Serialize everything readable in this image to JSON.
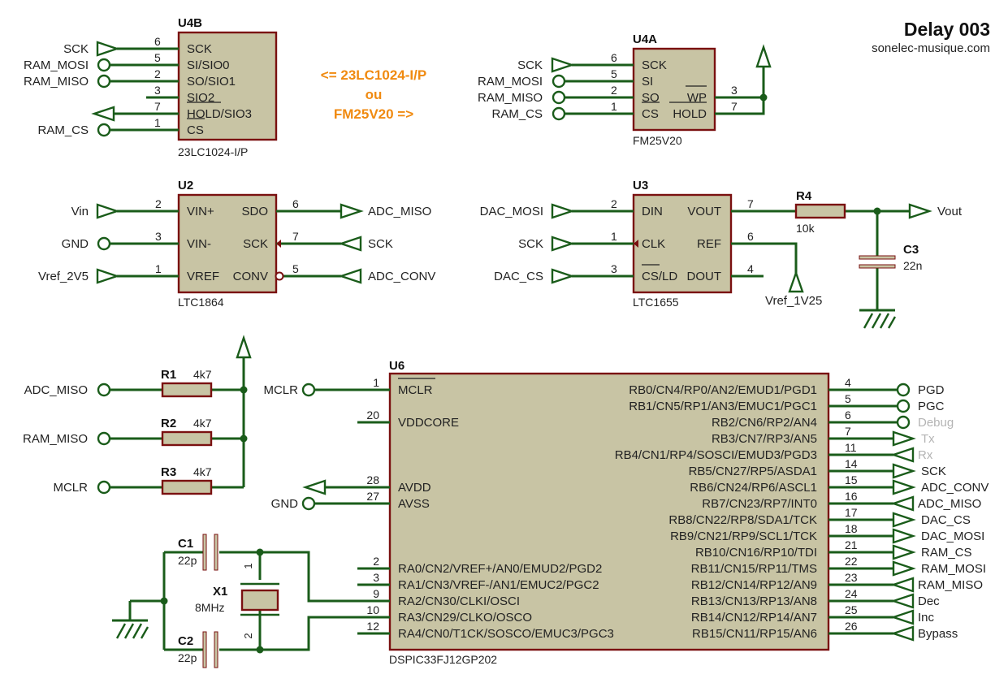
{
  "title": "Delay 003",
  "website": "sonelec-musique.com",
  "colors": {
    "wire": "#1a5c1a",
    "chip_fill": "#c8c4a4",
    "chip_border": "#7a1010",
    "note": "#f08a10",
    "dim_label": "#b4b4b4"
  },
  "note": {
    "line1": "<= 23LC1024-I/P",
    "line2": "ou",
    "line3": "FM25V20 =>"
  },
  "u4b": {
    "ref": "U4B",
    "part": "23LC1024-I/P",
    "pins": [
      {
        "num": "6",
        "name": "SCK",
        "net": "SCK",
        "term": "input"
      },
      {
        "num": "5",
        "name": "SI/SIO0",
        "net": "RAM_MOSI",
        "term": "bidir"
      },
      {
        "num": "2",
        "name": "SO/SIO1",
        "net": "RAM_MISO",
        "term": "bidir"
      },
      {
        "num": "3",
        "name": "SIO2",
        "net": "",
        "term": "none"
      },
      {
        "num": "7",
        "name": "HOLD/SIO3",
        "net": "",
        "term": "power"
      },
      {
        "num": "1",
        "name": "CS",
        "net": "RAM_CS",
        "term": "bidir"
      }
    ]
  },
  "u4a": {
    "ref": "U4A",
    "part": "FM25V20",
    "pins_left": [
      {
        "num": "6",
        "name": "SCK",
        "net": "SCK",
        "term": "input"
      },
      {
        "num": "5",
        "name": "SI",
        "net": "RAM_MOSI",
        "term": "bidir"
      },
      {
        "num": "2",
        "name": "SO",
        "net": "RAM_MISO",
        "term": "bidir"
      },
      {
        "num": "1",
        "name": "CS",
        "net": "RAM_CS",
        "term": "bidir"
      }
    ],
    "pins_right": [
      {
        "num": "3",
        "name": "WP"
      },
      {
        "num": "7",
        "name": "HOLD"
      }
    ]
  },
  "u2": {
    "ref": "U2",
    "part": "LTC1864",
    "pins_left": [
      {
        "num": "2",
        "name": "VIN+",
        "net": "Vin"
      },
      {
        "num": "3",
        "name": "VIN-",
        "net": "GND"
      },
      {
        "num": "1",
        "name": "VREF",
        "net": "Vref_2V5"
      }
    ],
    "pins_right": [
      {
        "num": "6",
        "name": "SDO",
        "net": "ADC_MISO"
      },
      {
        "num": "7",
        "name": "SCK",
        "net": "SCK"
      },
      {
        "num": "5",
        "name": "CONV",
        "net": "ADC_CONV"
      }
    ]
  },
  "u3": {
    "ref": "U3",
    "part": "LTC1655",
    "pins_left": [
      {
        "num": "2",
        "name": "DIN",
        "net": "DAC_MOSI"
      },
      {
        "num": "1",
        "name": "CLK",
        "net": "SCK"
      },
      {
        "num": "3",
        "name": "CS/LD",
        "net": "DAC_CS"
      }
    ],
    "pins_right": [
      {
        "num": "7",
        "name": "VOUT"
      },
      {
        "num": "6",
        "name": "REF"
      },
      {
        "num": "4",
        "name": "DOUT"
      }
    ],
    "vref_label": "Vref_1V25"
  },
  "r4": {
    "ref": "R4",
    "value": "10k"
  },
  "c3": {
    "ref": "C3",
    "value": "22n"
  },
  "vout_label": "Vout",
  "pullups": [
    {
      "ref": "R1",
      "value": "4k7",
      "net": "ADC_MISO"
    },
    {
      "ref": "R2",
      "value": "4k7",
      "net": "RAM_MISO"
    },
    {
      "ref": "R3",
      "value": "4k7",
      "net": "MCLR"
    }
  ],
  "c1": {
    "ref": "C1",
    "value": "22p"
  },
  "c2": {
    "ref": "C2",
    "value": "22p"
  },
  "x1": {
    "ref": "X1",
    "value": "8MHz",
    "pin1": "1",
    "pin2": "2"
  },
  "u6": {
    "ref": "U6",
    "part": "DSPIC33FJ12GP202",
    "mclr_net": "MCLR",
    "gnd_net": "GND",
    "pins_left": [
      {
        "num": "1",
        "name": "MCLR"
      },
      {
        "num": "20",
        "name": "VDDCORE"
      },
      {
        "num": "28",
        "name": "AVDD"
      },
      {
        "num": "27",
        "name": "AVSS"
      },
      {
        "num": "2",
        "name": "RA0/CN2/VREF+/AN0/EMUD2/PGD2"
      },
      {
        "num": "3",
        "name": "RA1/CN3/VREF-/AN1/EMUC2/PGC2"
      },
      {
        "num": "9",
        "name": "RA2/CN30/CLKI/OSCI"
      },
      {
        "num": "10",
        "name": "RA3/CN29/CLKO/OSCO"
      },
      {
        "num": "12",
        "name": "RA4/CN0/T1CK/SOSCO/EMUC3/PGC3"
      }
    ],
    "pins_right": [
      {
        "num": "4",
        "name": "RB0/CN4/RP0/AN2/EMUD1/PGD1",
        "net": "PGD",
        "term": "bidir",
        "dim": false
      },
      {
        "num": "5",
        "name": "RB1/CN5/RP1/AN3/EMUC1/PGC1",
        "net": "PGC",
        "term": "bidir",
        "dim": false
      },
      {
        "num": "6",
        "name": "RB2/CN6/RP2/AN4",
        "net": "Debug",
        "term": "bidir",
        "dim": true
      },
      {
        "num": "7",
        "name": "RB3/CN7/RP3/AN5",
        "net": "Tx",
        "term": "output",
        "dim": true
      },
      {
        "num": "11",
        "name": "RB4/CN1/RP4/SOSCI/EMUD3/PGD3",
        "net": "Rx",
        "term": "input",
        "dim": true
      },
      {
        "num": "14",
        "name": "RB5/CN27/RP5/ASDA1",
        "net": "SCK",
        "term": "output",
        "dim": false
      },
      {
        "num": "15",
        "name": "RB6/CN24/RP6/ASCL1",
        "net": "ADC_CONV",
        "term": "output",
        "dim": false
      },
      {
        "num": "16",
        "name": "RB7/CN23/RP7/INT0",
        "net": "ADC_MISO",
        "term": "input",
        "dim": false
      },
      {
        "num": "17",
        "name": "RB8/CN22/RP8/SDA1/TCK",
        "net": "DAC_CS",
        "term": "output",
        "dim": false
      },
      {
        "num": "18",
        "name": "RB9/CN21/RP9/SCL1/TCK",
        "net": "DAC_MOSI",
        "term": "output",
        "dim": false
      },
      {
        "num": "21",
        "name": "RB10/CN16/RP10/TDI",
        "net": "RAM_CS",
        "term": "output",
        "dim": false
      },
      {
        "num": "22",
        "name": "RB11/CN15/RP11/TMS",
        "net": "RAM_MOSI",
        "term": "output",
        "dim": false
      },
      {
        "num": "23",
        "name": "RB12/CN14/RP12/AN9",
        "net": "RAM_MISO",
        "term": "input",
        "dim": false
      },
      {
        "num": "24",
        "name": "RB13/CN13/RP13/AN8",
        "net": "Dec",
        "term": "input",
        "dim": false
      },
      {
        "num": "25",
        "name": "RB14/CN12/RP14/AN7",
        "net": "Inc",
        "term": "input",
        "dim": false
      },
      {
        "num": "26",
        "name": "RB15/CN11/RP15/AN6",
        "net": "Bypass",
        "term": "input",
        "dim": false
      }
    ]
  }
}
